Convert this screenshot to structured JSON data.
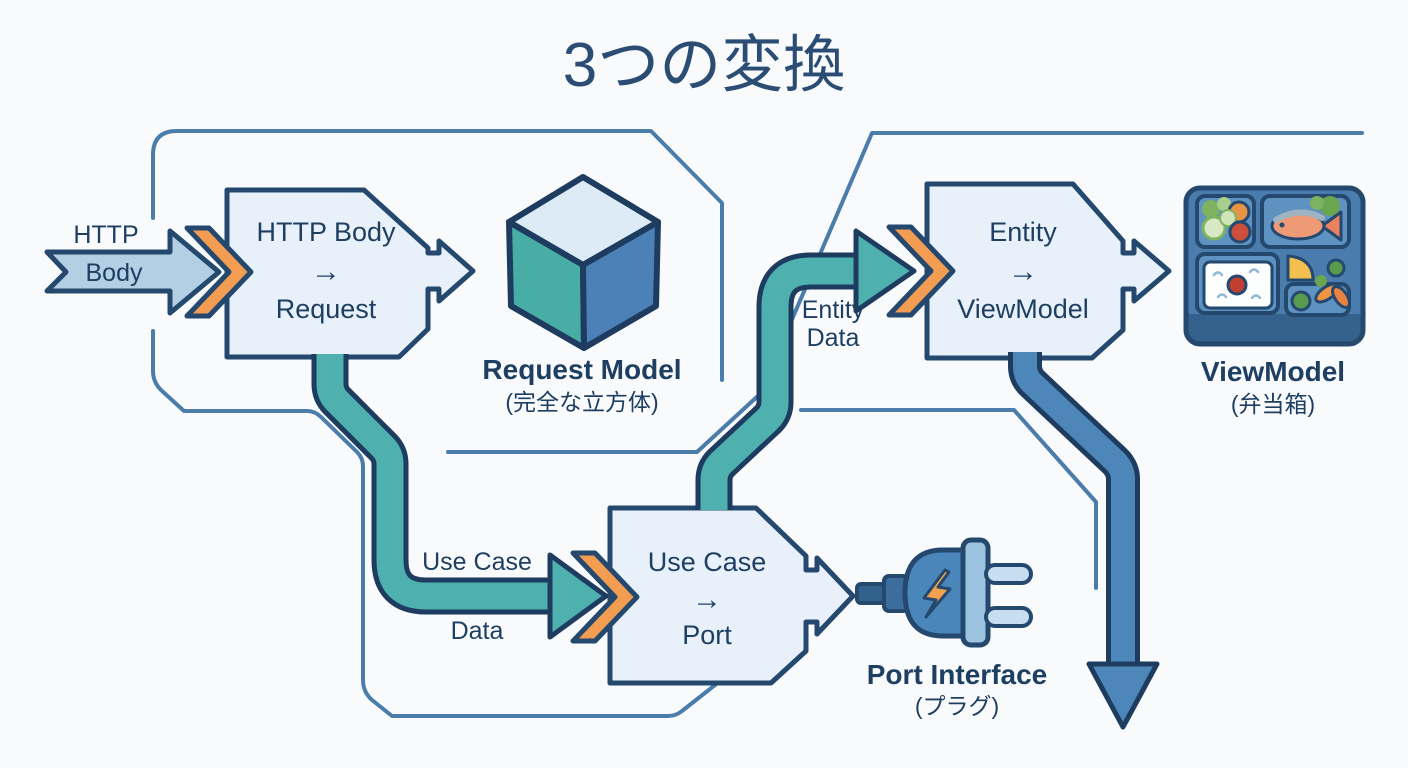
{
  "title": "3つの変換",
  "colors": {
    "background": "#f8fafb",
    "outline_navy": "#24486e",
    "frame_blue": "#4b7dab",
    "box_fill": "#e8f1f9",
    "teal_arrow": "#4eb0af",
    "blue_arrow": "#4d87b9",
    "orange_chevron": "#f29d52",
    "title_text": "#2b4d74",
    "cube_left": "#48ada4",
    "cube_right": "#4b81b7"
  },
  "input": {
    "label_top": "HTTP",
    "label_in": "Body"
  },
  "step1": {
    "box_top": "HTTP Body",
    "box_arrow": "→",
    "box_bottom": "Request",
    "output_title": "Request Model",
    "output_subtitle": "(完全な立方体)"
  },
  "flow_use_case": {
    "line1": "Use Case",
    "line2": "Data"
  },
  "step2": {
    "box_top": "Use Case",
    "box_arrow": "→",
    "box_bottom": "Port",
    "output_title": "Port Interface",
    "output_subtitle": "(プラグ)"
  },
  "flow_entity": {
    "line1": "Entity",
    "line2": "Data"
  },
  "step3": {
    "box_top": "Entity",
    "box_arrow": "→",
    "box_bottom": "ViewModel",
    "output_title": "ViewModel",
    "output_subtitle": "(弁当箱)"
  }
}
